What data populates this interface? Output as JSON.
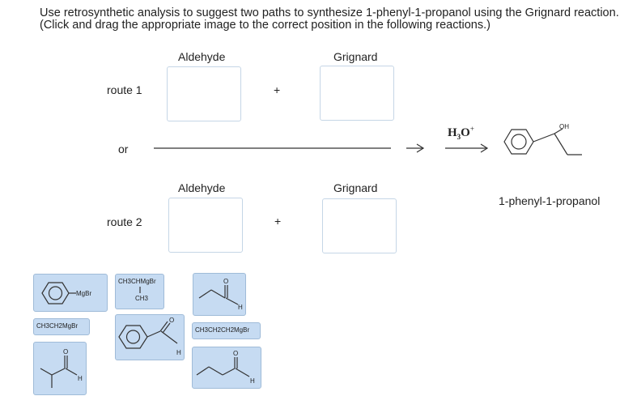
{
  "question": "Use retrosynthetic analysis to suggest two paths to synthesize 1-phenyl-1-propanol using the Grignard reaction. (Click and drag the appropriate image to the correct position in the following reactions.)",
  "routes": [
    {
      "label": "route 1",
      "aldehyde_header": "Aldehyde",
      "grignard_header": "Grignard",
      "plus": "+"
    },
    {
      "label": "route 2",
      "aldehyde_header": "Aldehyde",
      "grignard_header": "Grignard",
      "plus": "+"
    }
  ],
  "or_label": "or",
  "reagent": {
    "main": "H",
    "sub3": "3",
    "o": "O",
    "sup": "+"
  },
  "product": {
    "name": "1-phenyl-1-propanol",
    "oh_label": "OH"
  },
  "tiles": {
    "phenyl_mgbr": "MgBr",
    "isopropyl_mgbr_top": "CH3CHMgBr",
    "isopropyl_mgbr_bottom": "CH3",
    "propanal_o": "O",
    "propanal_h": "H",
    "ethyl_mgbr": "CH3CH2MgBr",
    "benzaldehyde_o": "O",
    "benzaldehyde_h": "H",
    "propyl_mgbr": "CH3CH2CH2MgBr",
    "isobutanal_o": "O",
    "isobutanal_h": "H",
    "butanal_o": "O",
    "butanal_h": "H"
  },
  "colors": {
    "tile_bg": "#c6dbf2",
    "tile_border": "#9fbbd8",
    "dropbox_border": "#c5d6e6"
  }
}
